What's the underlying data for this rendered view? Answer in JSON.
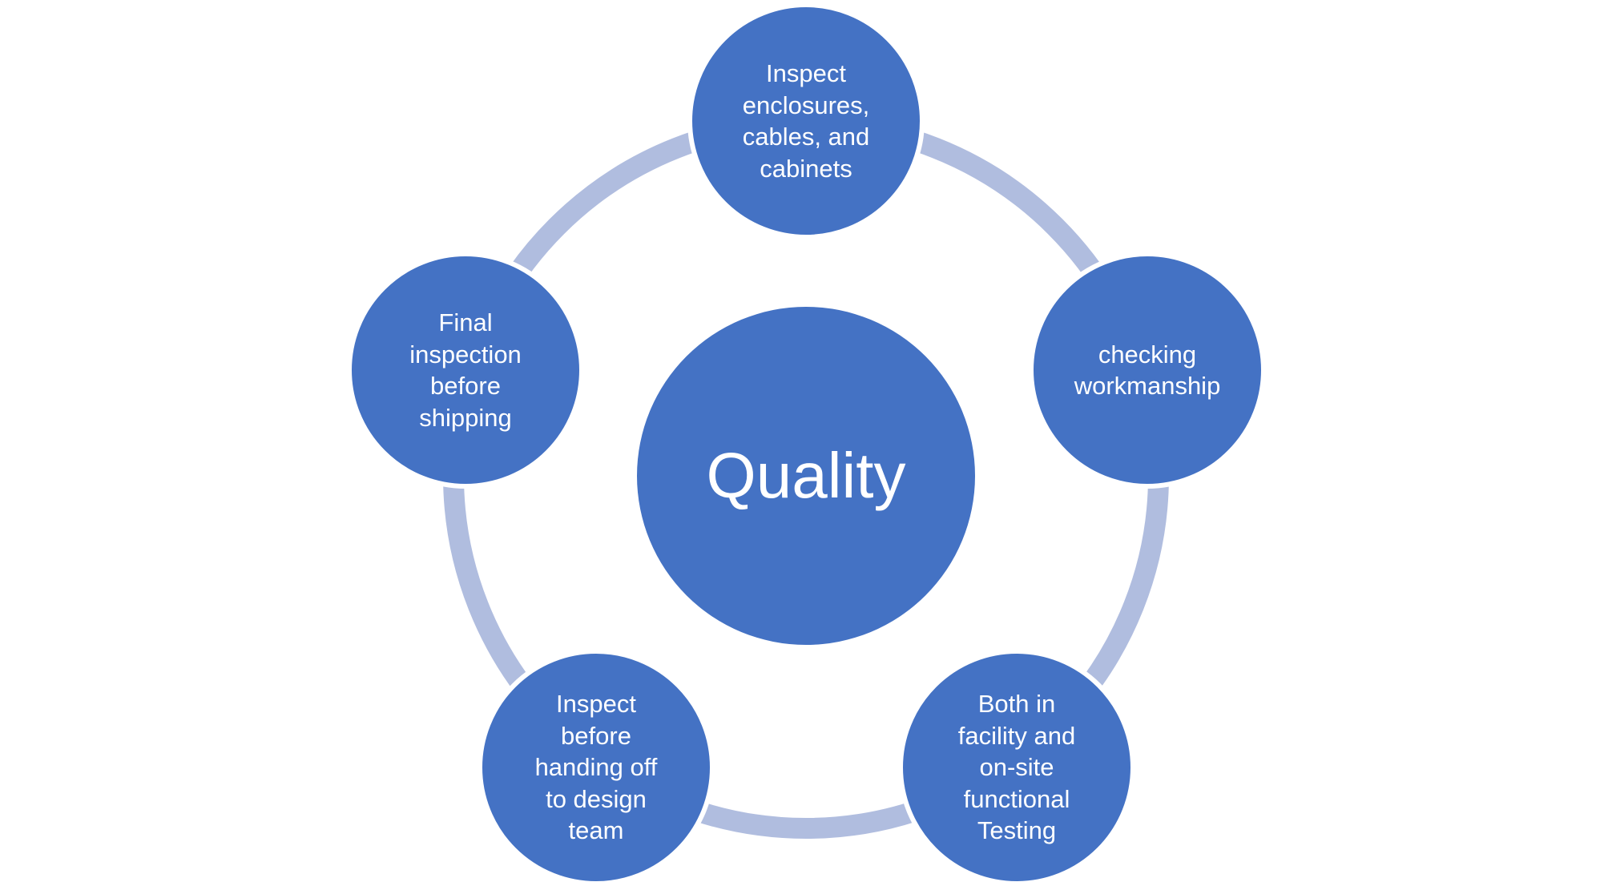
{
  "center": {
    "label": "Quality"
  },
  "nodes": [
    {
      "label": "Inspect\nenclosures,\ncables, and\ncabinets"
    },
    {
      "label": "checking\nworkmanship"
    },
    {
      "label": "Both in\nfacility and\non-site\nfunctional\nTesting"
    },
    {
      "label": "Inspect\nbefore\nhanding off\nto design\nteam"
    },
    {
      "label": "Final\ninspection\nbefore\nshipping"
    }
  ],
  "colors": {
    "node_fill": "#4472c4",
    "ring": "#b0bddf",
    "text": "#ffffff",
    "node_border": "#ffffff"
  }
}
